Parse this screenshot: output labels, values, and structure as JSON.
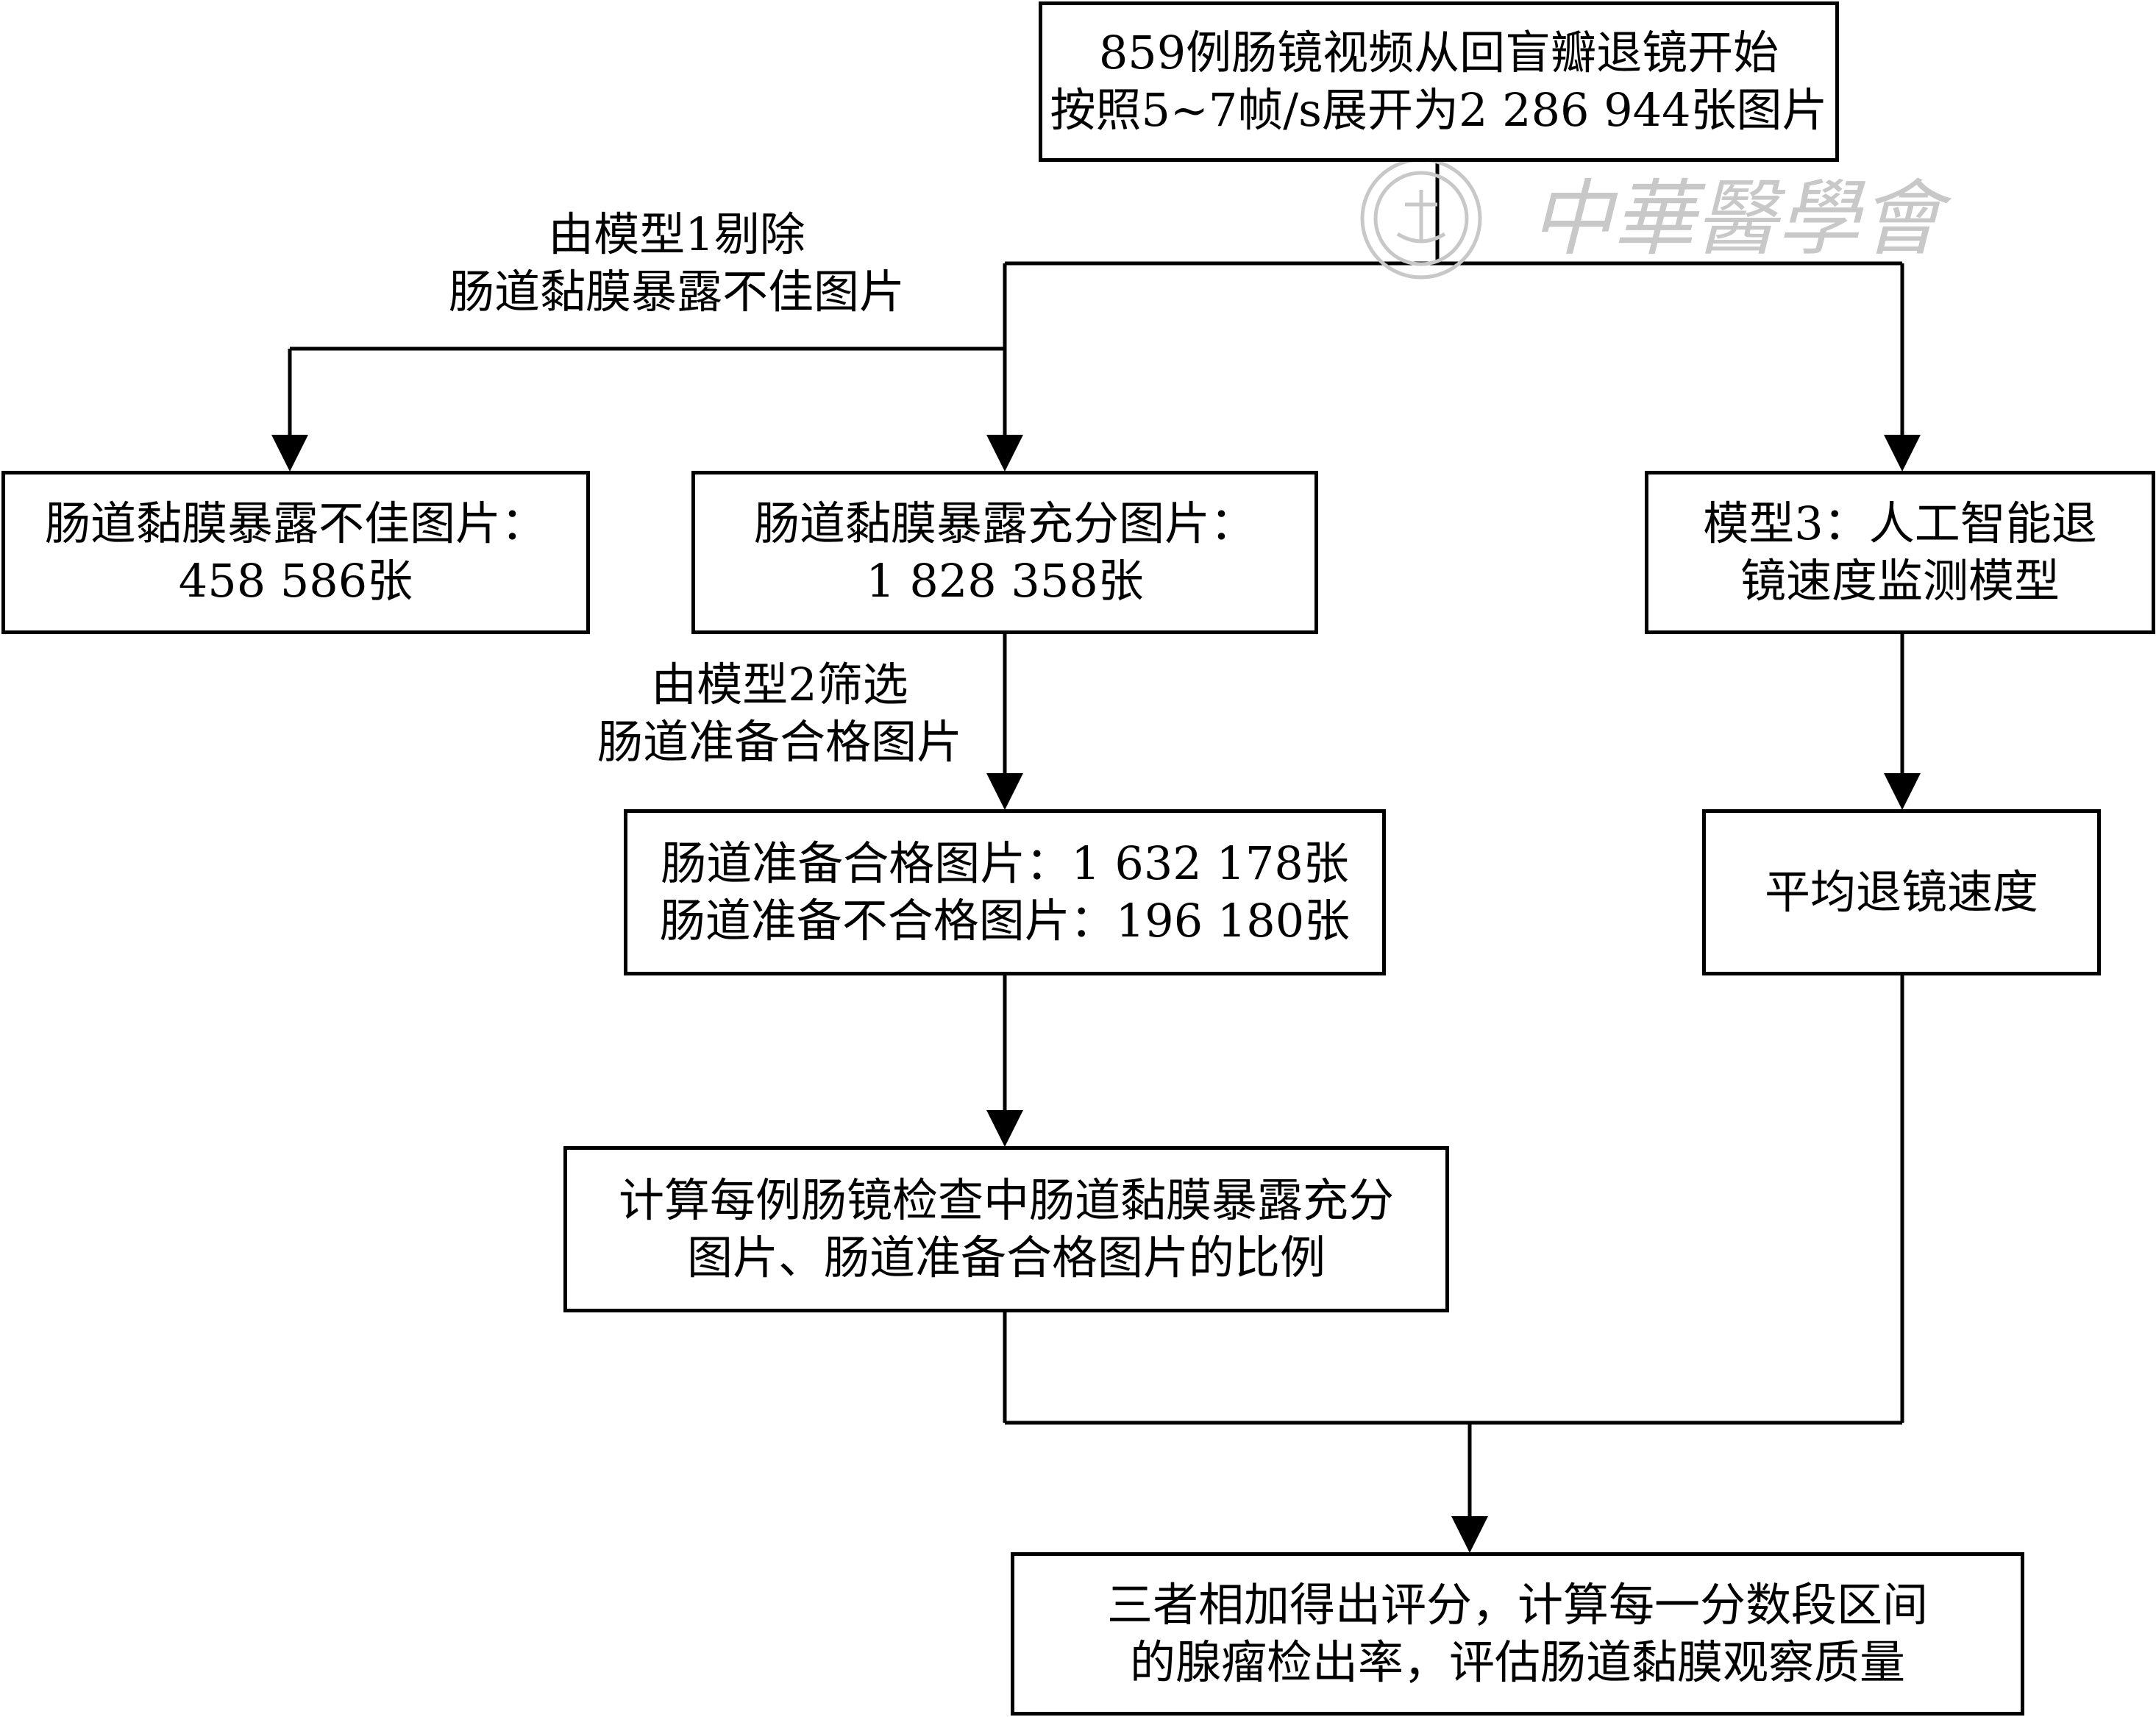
{
  "boxes": {
    "top": [
      "859例肠镜视频从回盲瓣退镜开始",
      "按照5~7帧/s展开为2 286 944张图片"
    ],
    "poor_exposure": [
      "肠道黏膜暴露不佳图片：",
      "458 586张"
    ],
    "good_exposure": [
      "肠道黏膜暴露充分图片：",
      "1 828 358张"
    ],
    "model3": [
      "模型3：人工智能退",
      "镜速度监测模型"
    ],
    "bowel_prep": [
      "肠道准备合格图片：1 632 178张",
      "肠道准备不合格图片：196 180张"
    ],
    "avg_speed": [
      "平均退镜速度"
    ],
    "calc_ratio": [
      "计算每例肠镜检查中肠道黏膜暴露充分",
      "图片、肠道准备合格图片的比例"
    ],
    "final": [
      "三者相加得出评分，计算每一分数段区间",
      "的腺瘤检出率，评估肠道黏膜观察质量"
    ]
  },
  "labels": {
    "model1": [
      "由模型1剔除",
      "肠道黏膜暴露不佳图片"
    ],
    "model2": [
      "由模型2筛选",
      "肠道准备合格图片"
    ]
  },
  "watermark": {
    "text": "中華醫學會",
    "color": "#c8c8c8"
  },
  "colors": {
    "line": "#000000",
    "box_border": "#000000",
    "background": "#ffffff"
  }
}
